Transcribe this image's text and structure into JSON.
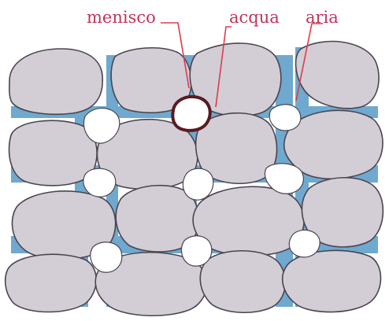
{
  "labels": {
    "menisco": "menisco",
    "acqua": "acqua",
    "aria": "aria"
  },
  "colors": {
    "grain_fill": "#d3cdd6",
    "grain_stroke": "#4a4550",
    "water": "#6fa9cf",
    "air": "#ffffff",
    "meniscus_outline": "#5a1a22",
    "label_text": "#c0345a",
    "pointer": "#e03a4a"
  }
}
